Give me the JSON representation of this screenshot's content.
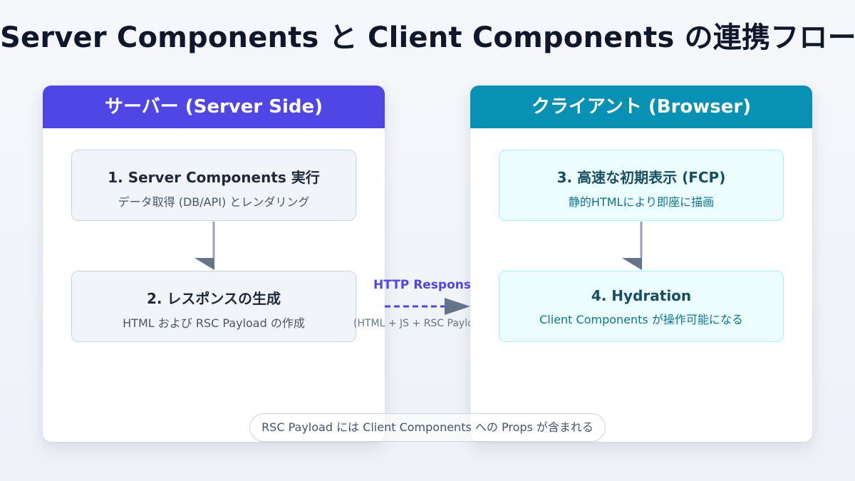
{
  "title": "Server Components と Client Components の連携フロー",
  "server_panel": {
    "header": "サーバー (Server Side)",
    "steps": [
      {
        "title": "1. Server Components 実行",
        "subtitle": "データ取得 (DB/API) とレンダリング"
      },
      {
        "title": "2. レスポンスの生成",
        "subtitle": "HTML および RSC Payload の作成"
      }
    ]
  },
  "client_panel": {
    "header": "クライアント (Browser)",
    "steps": [
      {
        "title": "3. 高速な初期表示 (FCP)",
        "subtitle": "静的HTMLにより即座に描画"
      },
      {
        "title": "4. Hydration",
        "subtitle": "Client Components が操作可能になる"
      }
    ]
  },
  "transfer": {
    "label": "HTTP Response",
    "sublabel": "(HTML + JS + RSC Payload)"
  },
  "note": "RSC Payload には Client Components への Props が含まれる",
  "colors": {
    "server_accent": "#4f46e5",
    "client_accent": "#0891b2",
    "arrow": "#64748b"
  }
}
